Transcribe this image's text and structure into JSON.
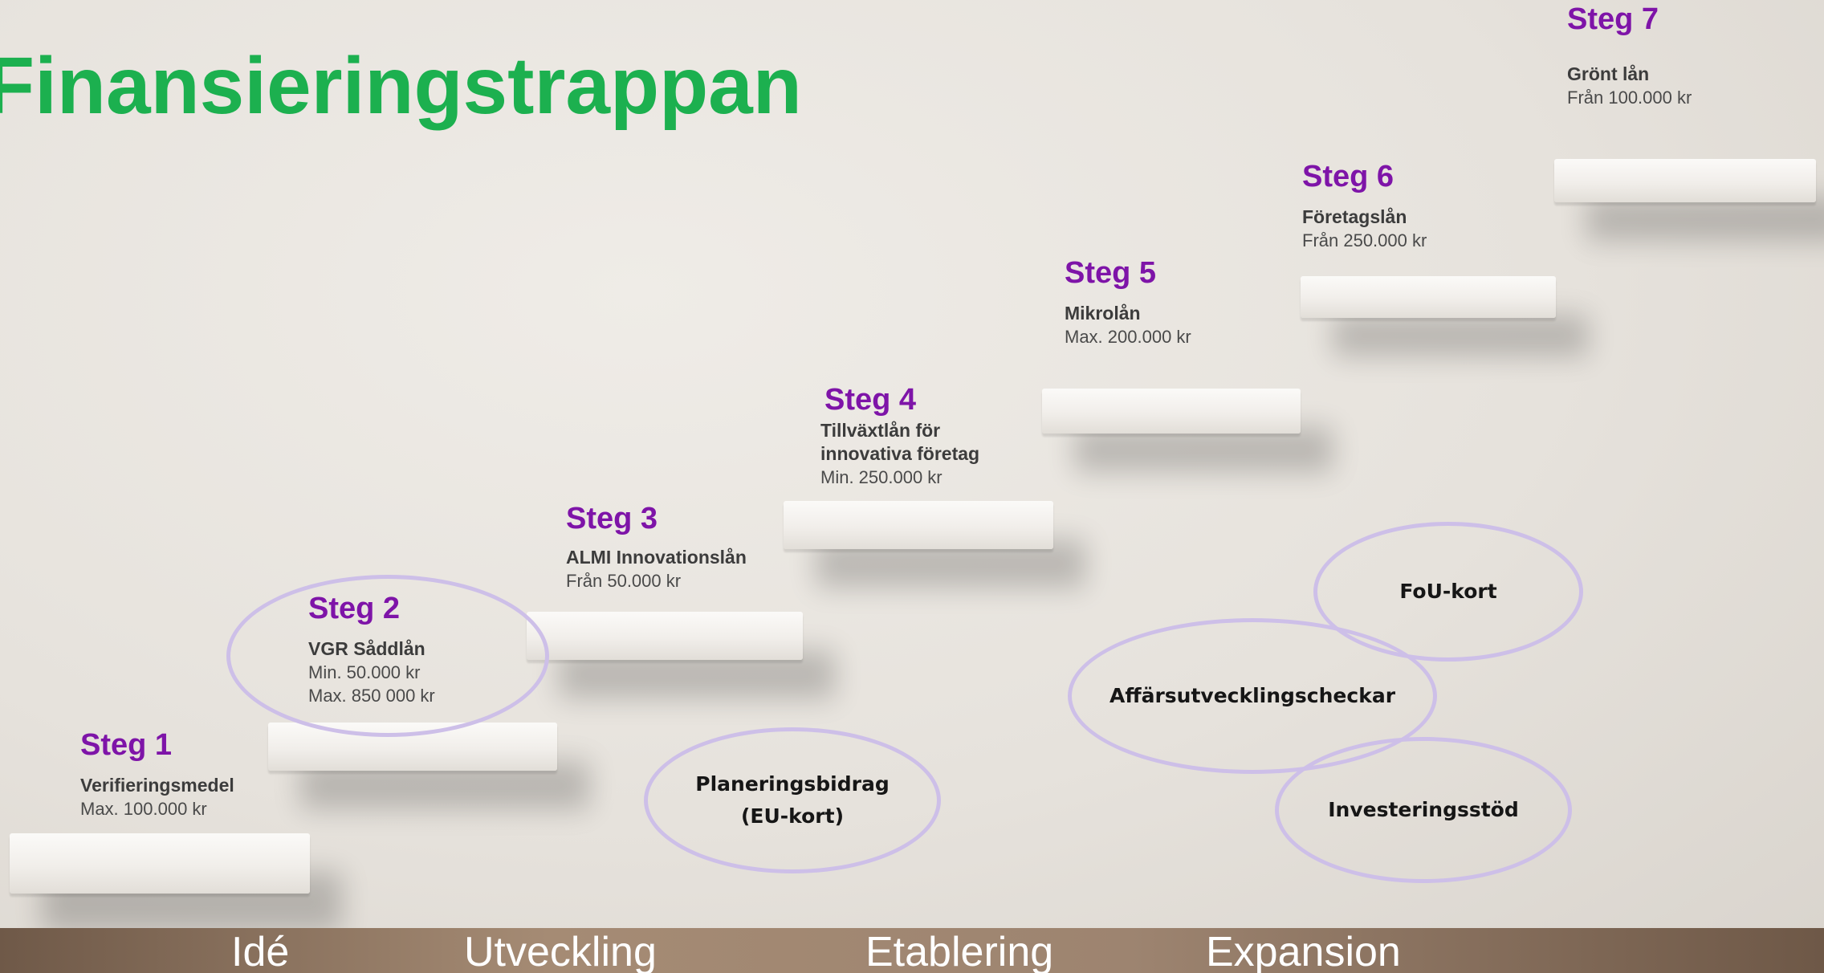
{
  "title": "Finansieringstrappan",
  "steps": [
    {
      "label": "Steg 1",
      "name": "Verifieringsmedel",
      "amounts": [
        "Max. 100.000 kr"
      ]
    },
    {
      "label": "Steg 2",
      "name": "VGR Såddlån",
      "amounts": [
        "Min. 50.000 kr",
        "Max. 850 000 kr"
      ]
    },
    {
      "label": "Steg 3",
      "name": "ALMI Innovationslån",
      "amounts": [
        "Från 50.000 kr"
      ]
    },
    {
      "label": "Steg 4",
      "name": "Tillväxtlån för\ninnovativa företag",
      "amounts": [
        "Min. 250.000 kr"
      ]
    },
    {
      "label": "Steg 5",
      "name": "Mikrolån",
      "amounts": [
        "Max. 200.000 kr"
      ]
    },
    {
      "label": "Steg 6",
      "name": "Företagslån",
      "amounts": [
        "Från 250.000 kr"
      ]
    },
    {
      "label": "Steg 7",
      "name": "Grönt lån",
      "amounts": [
        "Från 100.000 kr"
      ]
    }
  ],
  "grants": [
    {
      "label": "Planeringsbidrag\n(EU-kort)"
    },
    {
      "label": "FoU-kort"
    },
    {
      "label": "Affärsutvecklingscheckar"
    },
    {
      "label": "Investeringsstöd"
    }
  ],
  "phases": [
    "Idé",
    "Utveckling",
    "Etablering",
    "Expansion"
  ],
  "colors": {
    "title": "#1cb04f",
    "step_heading": "#7e14a8",
    "oval_outline": "#cdbfe8",
    "phase_bar": "#9d8470"
  }
}
